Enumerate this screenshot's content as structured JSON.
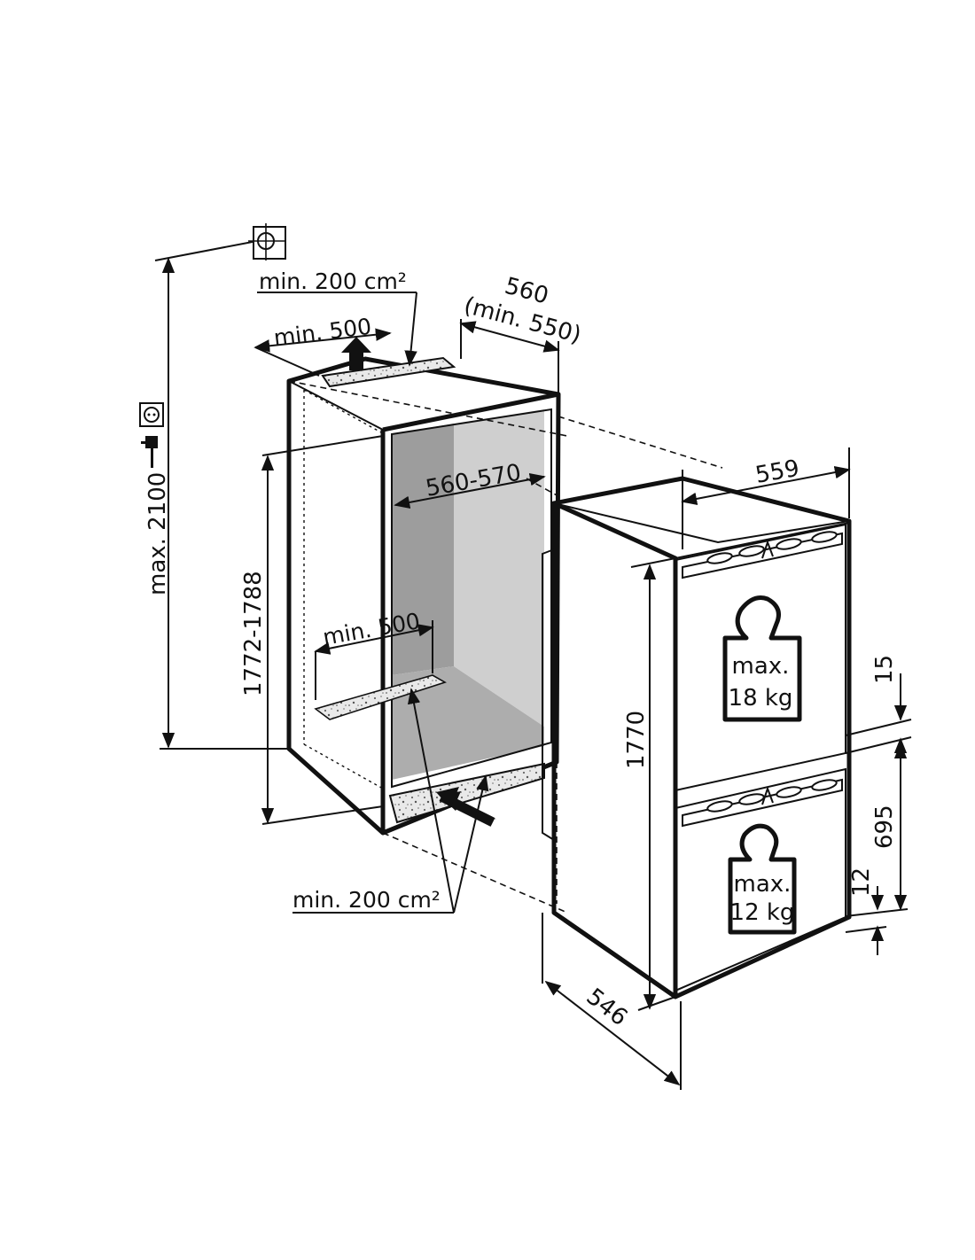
{
  "dimensions": {
    "max_height": "max. 2100",
    "niche_height": "1772-1788",
    "niche_width_inner": "560-570",
    "niche_depth_line1": "560",
    "niche_depth_line2": "(min. 550)",
    "vent_top_width": "min. 500",
    "vent_top_area": "min. 200 cm²",
    "vent_bottom_width": "min. 500",
    "vent_bottom_area": "min. 200 cm²",
    "appliance_width": "559",
    "appliance_height": "1770",
    "appliance_depth": "546",
    "door_gap_top": "15",
    "freezer_door_height": "695",
    "door_gap_bottom": "12"
  },
  "loads": {
    "upper_door_line1": "max.",
    "upper_door_line2": "18 kg",
    "lower_door_line1": "max.",
    "lower_door_line2": "12 kg"
  },
  "icons": [
    "anchor-icon",
    "socket-icon",
    "plug-icon",
    "weight-icon"
  ]
}
